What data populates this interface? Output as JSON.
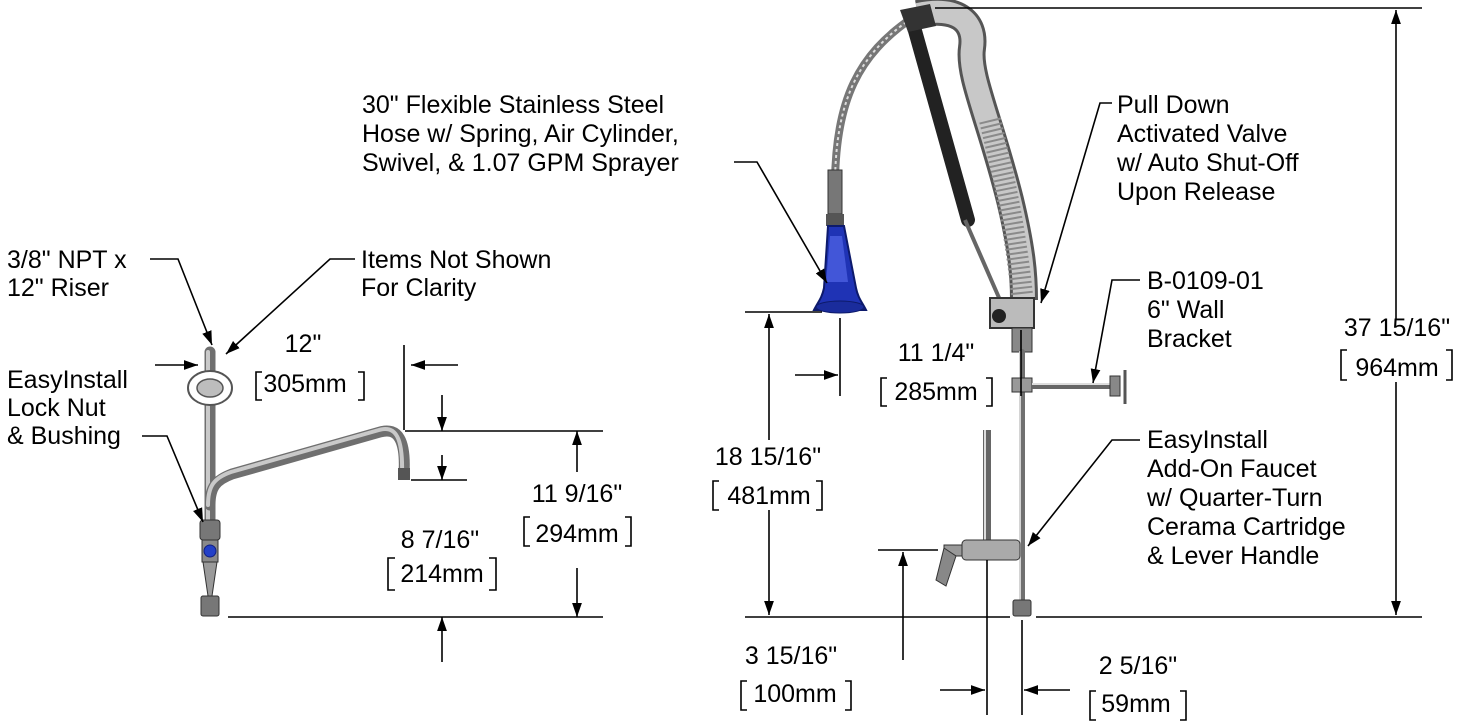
{
  "left_view": {
    "riser_label": [
      "3/8\" NPT x",
      "12\" Riser"
    ],
    "items_not_shown": [
      "Items Not Shown",
      "For Clarity"
    ],
    "locknut_label": [
      "EasyInstall",
      "Lock Nut",
      "& Bushing"
    ],
    "dim_spout_reach": {
      "imperial": "12\"",
      "metric": "305mm"
    },
    "dim_spout_height": {
      "imperial": "8 7/16\"",
      "metric": "214mm"
    },
    "dim_total_height": {
      "imperial": "11 9/16\"",
      "metric": "294mm"
    }
  },
  "right_view": {
    "hose_label": [
      "30\" Flexible Stainless Steel",
      "Hose w/ Spring, Air Cylinder,",
      "Swivel, & 1.07 GPM Sprayer"
    ],
    "valve_label": [
      "Pull Down",
      "Activated Valve",
      "w/ Auto Shut-Off",
      "Upon Release"
    ],
    "bracket_label": [
      "B-0109-01",
      "6\" Wall",
      "Bracket"
    ],
    "addon_label": [
      "EasyInstall",
      "Add-On Faucet",
      "w/ Quarter-Turn",
      "Cerama Cartridge",
      "& Lever Handle"
    ],
    "dim_sprayer_reach": {
      "imperial": "11 1/4\"",
      "metric": "285mm"
    },
    "dim_sprayer_height": {
      "imperial": "18 15/16\"",
      "metric": "481mm"
    },
    "dim_overall_height": {
      "imperial": "37 15/16\"",
      "metric": "964mm"
    },
    "dim_addon_height": {
      "imperial": "3 15/16\"",
      "metric": "100mm"
    },
    "dim_addon_offset": {
      "imperial": "2 5/16\"",
      "metric": "59mm"
    }
  },
  "colors": {
    "line": "#000000",
    "chrome": "#6f6f6f",
    "sprayer_blue": "#1f33b5"
  }
}
